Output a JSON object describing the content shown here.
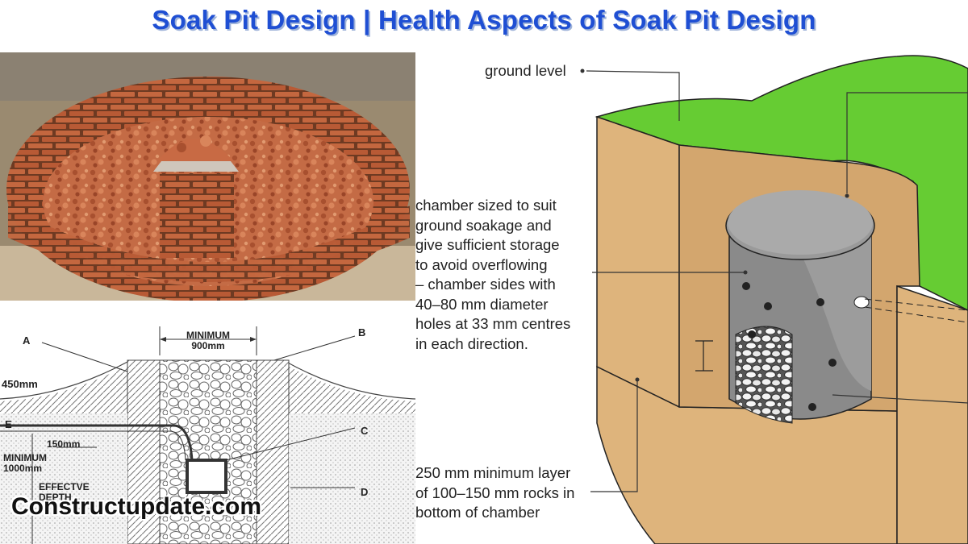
{
  "title": "Soak Pit Design | Health Aspects of Soak Pit Design",
  "illustration": {
    "ground_level": "ground level",
    "chamber_note": "chamber sized to suit\nground soakage and\ngive sufficient storage\nto avoid overflowing\n– chamber sides with\n40–80 mm diameter\nholes at 33 mm centres\nin each direction.",
    "rock_note": "250 mm minimum layer\nof 100–150 mm rocks in\nbottom of chamber"
  },
  "section": {
    "label_a": "A",
    "label_b": "B",
    "label_c": "C",
    "label_d": "D",
    "label_e": "E",
    "minimum_width": "MINIMUM\n900mm",
    "depth_450": "450mm",
    "depth_150": "150mm",
    "minimum_depth": "MINIMUM\n1000mm",
    "effective_depth": "EFFECTVE\nDEPTH"
  },
  "watermark": "Constructupdate.com",
  "colors": {
    "title": "#1f4fd3",
    "grass": "#66cc33",
    "soil": "#deb47c",
    "chamber": "#8a8a8a",
    "brick": "#b5532e"
  }
}
